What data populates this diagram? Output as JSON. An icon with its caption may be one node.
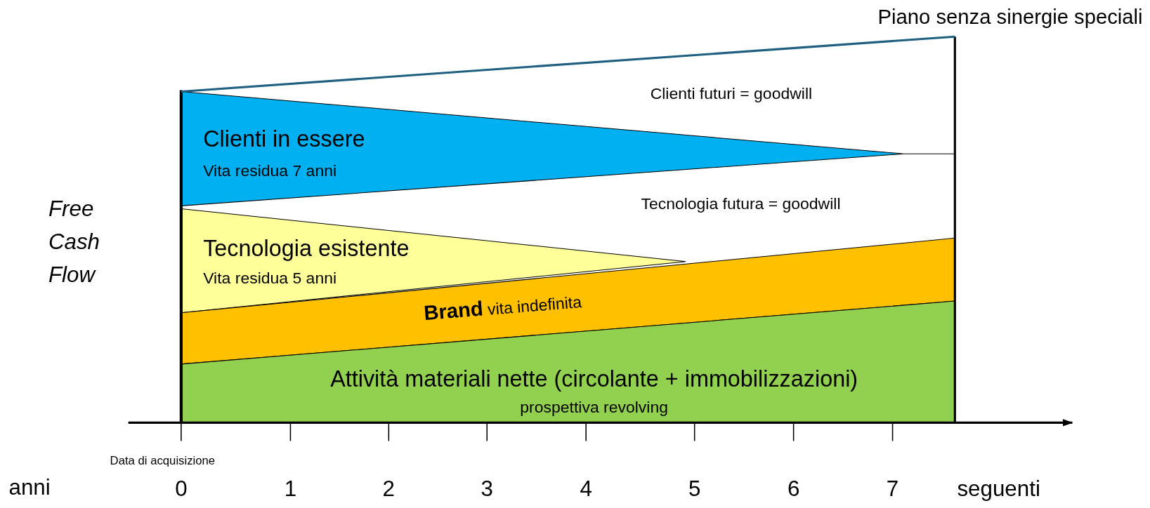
{
  "diagram": {
    "nodes": [
      {
        "text": [
          "Clienti in essere",
          "Vita residua 7 anni"
        ]
      },
      {
        "text": [
          "Tecnologia esistente",
          "Vita residua 5 anni"
        ]
      },
      {
        "text": [
          "**Brand** vita indefinita"
        ]
      },
      {
        "text": [
          "Attività materiali nette (circolante + immobilizzazioni)",
          "prospettiva revolving"
        ]
      }
    ],
    "labels": [
      "Piano senza sinergie speciali",
      "Clienti futuri = goodwill",
      "Free Cash Flow",
      "Tecnologia futura = goodwill",
      "Data di acquisizione",
      "anni",
      "0",
      "1",
      "2",
      "3",
      "4",
      "5",
      "6",
      "7",
      "seguenti"
    ]
  }
}
